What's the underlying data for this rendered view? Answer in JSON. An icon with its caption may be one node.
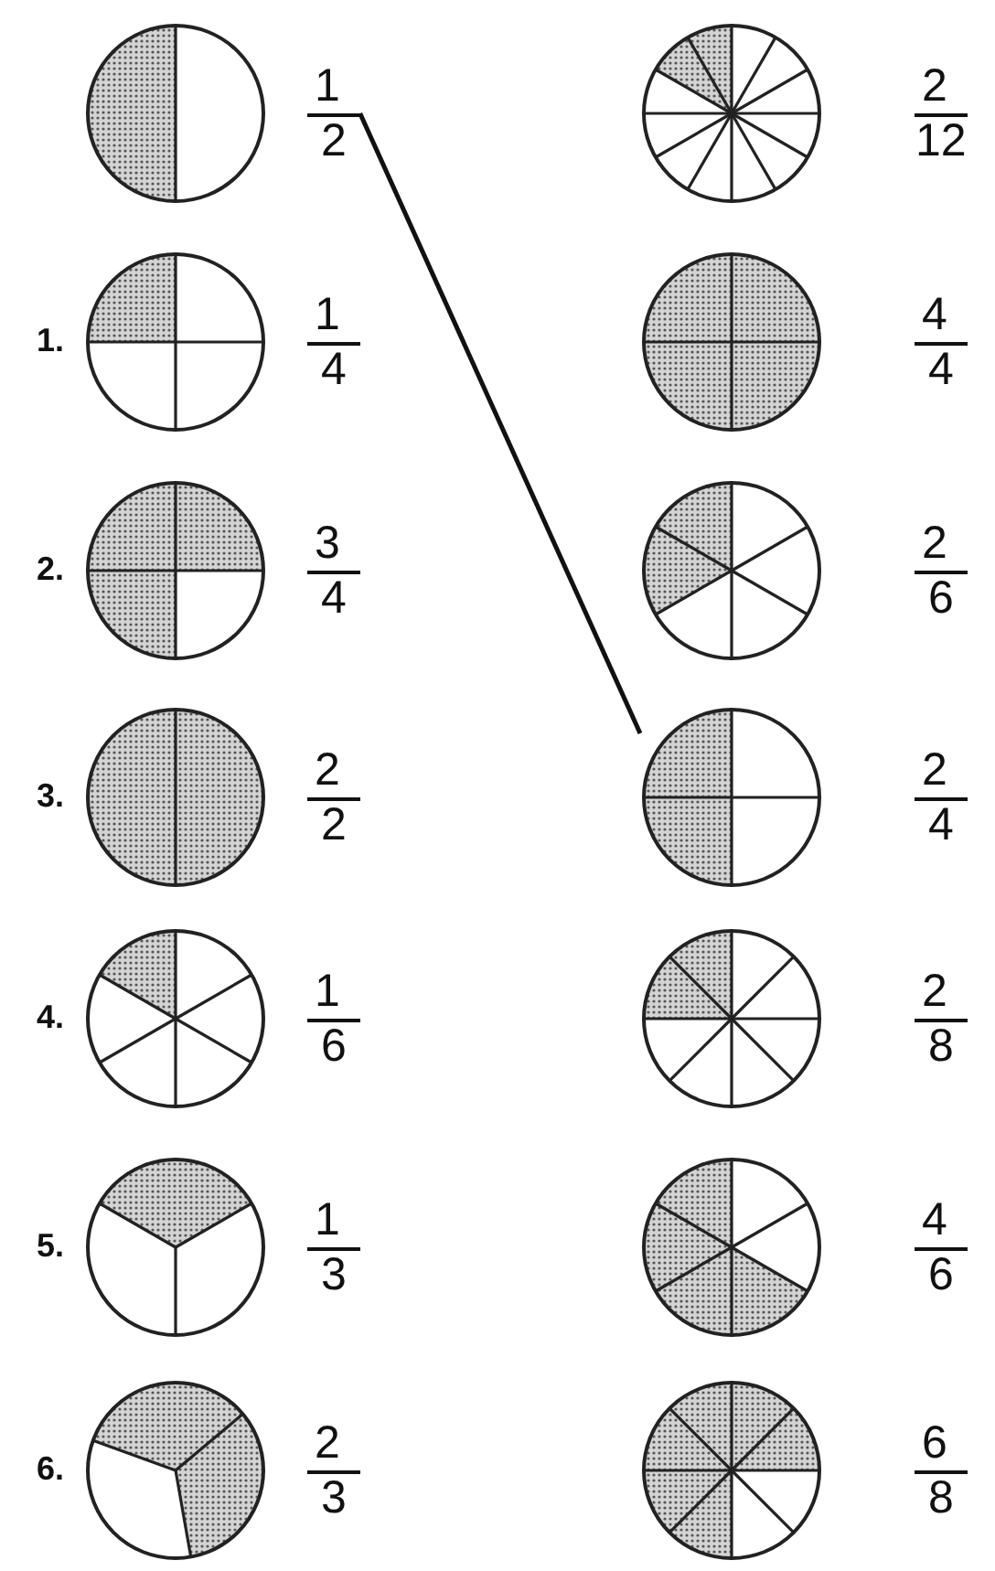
{
  "diagram": {
    "nodes": [
      {
        "text": [
          "1 2"
        ]
      },
      {
        "text": [
          "2 12"
        ]
      },
      {
        "text": [
          "1 4"
        ],
        "beside": [
          "1."
        ]
      },
      {
        "text": [
          "4 4"
        ]
      },
      {
        "text": [
          "3 4"
        ],
        "beside": [
          "2."
        ]
      },
      {
        "text": [
          "2 6"
        ]
      },
      {
        "text": [
          "2 2"
        ],
        "beside": [
          "3."
        ]
      },
      {
        "text": [
          "2 4"
        ]
      },
      {
        "text": [
          "1 6"
        ],
        "beside": [
          "4."
        ]
      },
      {
        "text": [
          "2 8"
        ]
      },
      {
        "text": [
          "1 3"
        ],
        "beside": [
          "5."
        ]
      },
      {
        "text": [
          "4 6"
        ]
      },
      {
        "text": [
          "2 3"
        ],
        "beside": [
          "6."
        ]
      },
      {
        "text": [
          "6 8"
        ]
      }
    ],
    "edges": [
      {
        "from": 0,
        "to": 7,
        "arrow": "none"
      }
    ]
  }
}
